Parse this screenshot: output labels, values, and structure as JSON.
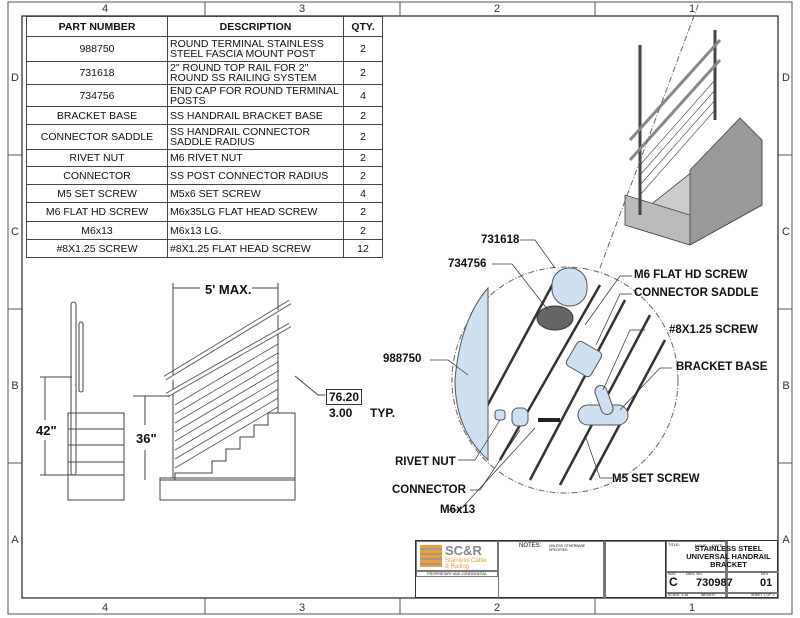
{
  "zones": {
    "columns": [
      "4",
      "3",
      "2",
      "1"
    ],
    "rows": [
      "D",
      "C",
      "B",
      "A"
    ]
  },
  "bom": {
    "headers": [
      "PART NUMBER",
      "DESCRIPTION",
      "QTY."
    ],
    "rows": [
      {
        "part": "988750",
        "desc": "ROUND TERMINAL STAINLESS STEEL FASCIA MOUNT POST",
        "qty": "2"
      },
      {
        "part": "731618",
        "desc": "2\" ROUND TOP RAIL FOR 2\" ROUND SS RAILING SYSTEM",
        "qty": "2"
      },
      {
        "part": "734756",
        "desc": "END CAP FOR ROUND TERMINAL POSTS",
        "qty": "4"
      },
      {
        "part": "BRACKET BASE",
        "desc": "SS HANDRAIL BRACKET BASE",
        "qty": "2"
      },
      {
        "part": "CONNECTOR SADDLE",
        "desc": "SS HANDRAIL CONNECTOR SADDLE RADIUS",
        "qty": "2"
      },
      {
        "part": "RIVET NUT",
        "desc": "M6 RIVET NUT",
        "qty": "2"
      },
      {
        "part": "CONNECTOR",
        "desc": "SS POST CONNECTOR RADIUS",
        "qty": "2"
      },
      {
        "part": "M5 SET SCREW",
        "desc": "M5x6 SET SCREW",
        "qty": "4"
      },
      {
        "part": "M6 FLAT HD SCREW",
        "desc": "M6x35LG FLAT HEAD SCREW",
        "qty": "2"
      },
      {
        "part": "M6x13",
        "desc": "M6x13 LG.",
        "qty": "2"
      },
      {
        "part": "#8X1.25 SCREW",
        "desc": "#8X1.25 FLAT HEAD SCREW",
        "qty": "12"
      }
    ]
  },
  "dimensions": {
    "span": "5' MAX.",
    "height_end": "42\"",
    "height_side": "36\"",
    "spacing_mm": "76.20",
    "spacing_in": "3.00",
    "spacing_suffix": "TYP."
  },
  "callouts": {
    "top_rail": "731618",
    "end_cap": "734756",
    "post": "988750",
    "flat_screw": "M6 FLAT HD SCREW",
    "saddle": "CONNECTOR SADDLE",
    "screw8": "#8X1.25 SCREW",
    "bracket": "BRACKET BASE",
    "rivet": "RIVET NUT",
    "connector": "CONNECTOR",
    "m6x13": "M6x13",
    "setscrew": "M5 SET SCREW"
  },
  "title_block": {
    "logo": "SC&R",
    "logo_sub1": "Stainless Cable",
    "logo_sub2": "& Railing",
    "proprietary": "PROPRIETARY AND CONFIDENTIAL",
    "notes_label": "NOTES:",
    "notes_sub": "UNLESS OTHERWISE SPECIFIED",
    "name_label": "NAME",
    "date_label": "DATE",
    "title_label": "TITLE:",
    "title": "STAINLESS STEEL UNIVERSAL HANDRAIL BRACKET",
    "size_label": "SIZE",
    "size": "C",
    "dwg_label": "DWG. NO.",
    "dwg_no": "730987",
    "rev_label": "REV",
    "rev": "01",
    "scale": "SCALE: 1:16",
    "weight": "WEIGHT:",
    "sheet": "SHEET 1 OF 1"
  },
  "colors": {
    "logo_orange": "#f0a030",
    "part_blue": "#cfe0f2"
  }
}
